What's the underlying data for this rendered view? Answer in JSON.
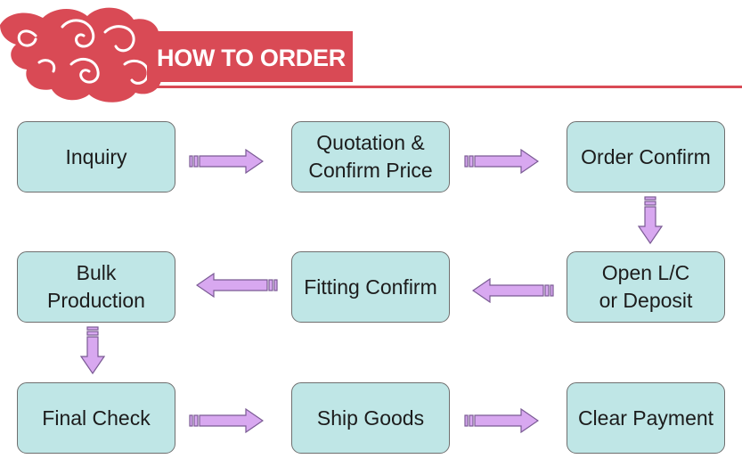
{
  "header": {
    "title": "HOW TO ORDER",
    "accent_color": "#d94a55"
  },
  "colors": {
    "box_fill": "#bfe6e6",
    "box_border": "#6f6f6f",
    "arrow_fill": "#d8a8f0",
    "arrow_stroke": "#7a5a94"
  },
  "steps": [
    {
      "lines": [
        "Inquiry"
      ]
    },
    {
      "lines": [
        "Quotation &",
        "Confirm Price"
      ]
    },
    {
      "lines": [
        "Order Confirm"
      ]
    },
    {
      "lines": [
        "Open L/C",
        "or Deposit"
      ]
    },
    {
      "lines": [
        "Fitting Confirm"
      ]
    },
    {
      "lines": [
        "Bulk",
        "Production"
      ]
    },
    {
      "lines": [
        "Final Check"
      ]
    },
    {
      "lines": [
        "Ship Goods"
      ]
    },
    {
      "lines": [
        "Clear Payment"
      ]
    }
  ],
  "icons": {
    "cloud": "decorative-cloud-icon",
    "arrow": "arrow-icon"
  }
}
